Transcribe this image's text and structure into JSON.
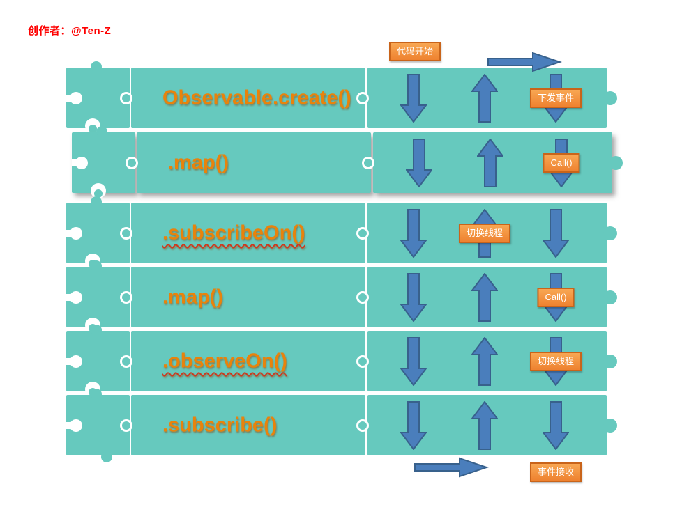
{
  "title": "创作者：@Ten-Z",
  "colors": {
    "teal": "#66C9BE",
    "arrow_fill": "#4A7EBC",
    "arrow_stroke": "#38618C",
    "label_fill_top": "#F8A753",
    "label_fill_bottom": "#EE8230",
    "label_border": "#C9641A",
    "method_text": "#E8830C",
    "title_text": "#FE0000"
  },
  "flow": {
    "start_label": "代码开始",
    "end_label": "事件接收"
  },
  "arrows_per_row": [
    "down",
    "up",
    "down"
  ],
  "rows": [
    {
      "method": "Observable.create()",
      "label": "下发事件",
      "label_on": "right",
      "underline": false,
      "elevated": false
    },
    {
      "method": ".map()",
      "label": "Call()",
      "label_on": "right",
      "underline": false,
      "elevated": true
    },
    {
      "method": ".subscribeOn()",
      "label": "切换线程",
      "label_on": "middle",
      "underline": true,
      "elevated": false
    },
    {
      "method": ".map()",
      "label": "Call()",
      "label_on": "right",
      "underline": false,
      "elevated": false
    },
    {
      "method": ".observeOn()",
      "label": "切换线程",
      "label_on": "right",
      "underline": true,
      "elevated": false
    },
    {
      "method": ".subscribe()",
      "label": "",
      "label_on": null,
      "underline": false,
      "elevated": false
    }
  ]
}
